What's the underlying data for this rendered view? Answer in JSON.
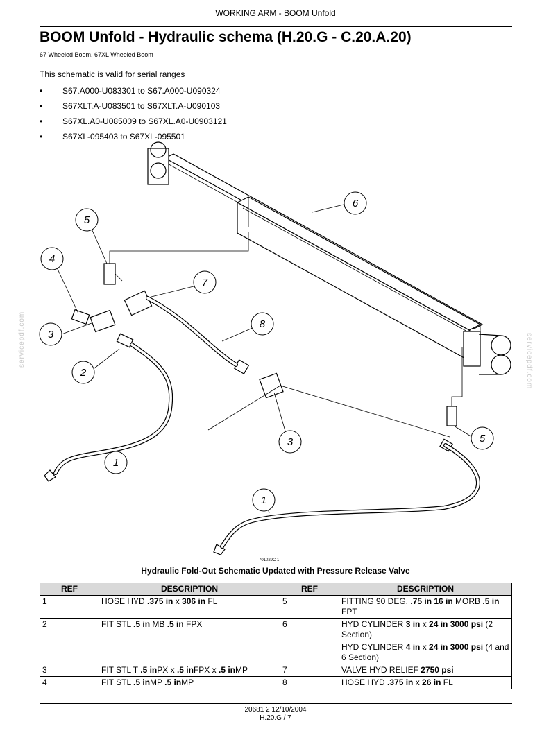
{
  "header": {
    "running_head": "WORKING ARM - BOOM Unfold",
    "title": "BOOM Unfold - Hydraulic schema (H.20.G - C.20.A.20)",
    "models": "67 Wheeled Boom, 67XL Wheeled Boom"
  },
  "intro": {
    "valid_text": "This schematic is valid for serial ranges",
    "bullet": "•",
    "serial_ranges": [
      "S67.A000-U083301 to S67.A000-U090324",
      "S67XLT.A-U083501 to S67XLT.A-U090103",
      "S67XL.A0-U085009 to S67XL.A0-U0903121",
      "S67XL-095403 to S67XL-095501"
    ]
  },
  "diagram": {
    "callouts": [
      "1",
      "1",
      "2",
      "3",
      "3",
      "4",
      "5",
      "5",
      "6",
      "7",
      "8"
    ],
    "figure_number": "701029C   1",
    "caption": "Hydraulic Fold-Out Schematic Updated with Pressure Release Valve"
  },
  "parts_table": {
    "headers": [
      "REF",
      "DESCRIPTION",
      "REF",
      "DESCRIPTION"
    ],
    "rows": [
      {
        "ref1": "1",
        "desc1": [
          "HOSE HYD ",
          ".375 in",
          " x ",
          "306 in",
          " FL"
        ],
        "ref2": "5",
        "desc2": [
          "FITTING 90 DEG, ",
          ".75 in 16 in",
          " MORB ",
          ".5 in",
          " FPT"
        ]
      },
      {
        "ref1": "2",
        "desc1": [
          "FIT STL ",
          ".5 in",
          " MB ",
          ".5 in",
          " FPX"
        ],
        "ref2": "6",
        "desc2": [
          "HYD CYLINDER ",
          "3 in",
          " x ",
          "24 in 3000 psi",
          " (2 Section)"
        ],
        "desc2b": [
          "HYD CYLINDER ",
          "4 in",
          " x ",
          "24 in 3000 psi",
          " (4 and 6 Section)"
        ]
      },
      {
        "ref1": "3",
        "desc1": [
          "FIT STL T ",
          ".5 in",
          "PX x ",
          ".5 in",
          "FPX x ",
          ".5 in",
          "MP"
        ],
        "ref2": "7",
        "desc2": [
          "VALVE HYD RELIEF ",
          "2750 psi"
        ]
      },
      {
        "ref1": "4",
        "desc1": [
          "FIT STL ",
          ".5 in",
          "MP ",
          ".5 in",
          "MP"
        ],
        "ref2": "8",
        "desc2": [
          "HOSE HYD ",
          ".375 in",
          " x ",
          "26 in",
          " FL"
        ]
      }
    ]
  },
  "footer": {
    "doc_code": "20681 2 12/10/2004",
    "page": "H.20.G / 7"
  },
  "watermark": "servicepdf.com"
}
